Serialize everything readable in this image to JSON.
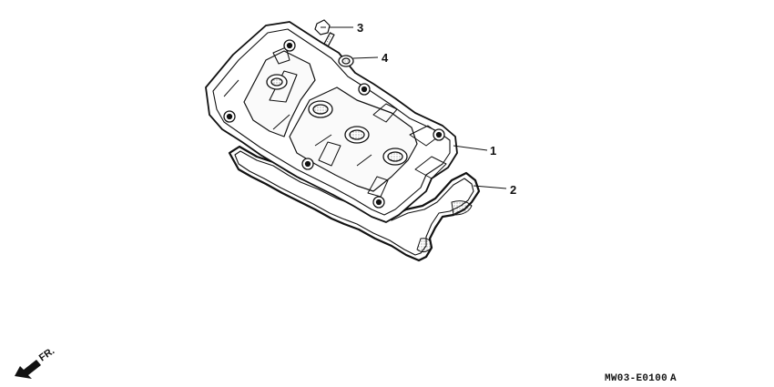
{
  "callouts": [
    {
      "number": "1",
      "part": "cylinder head cover"
    },
    {
      "number": "2",
      "part": "head cover gasket"
    },
    {
      "number": "3",
      "part": "bolt"
    },
    {
      "number": "4",
      "part": "rubber seal"
    }
  ],
  "front_indicator": {
    "label": "FR.",
    "icon": "arrow-down-left-icon"
  },
  "diagram_code": {
    "code": "MW03-E0100",
    "suffix": "A"
  }
}
